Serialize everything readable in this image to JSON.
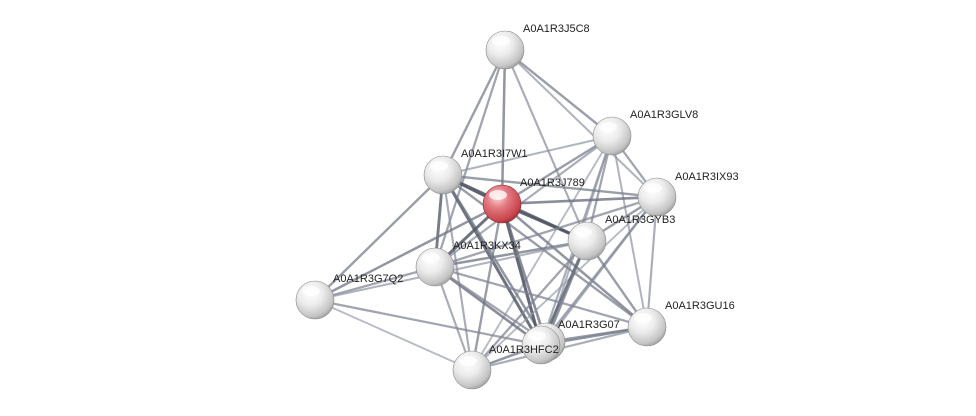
{
  "network": {
    "query_color": "#d9545a",
    "node_color": "#e6e6e6",
    "nodes": [
      {
        "id": "A0A1R3J5C8",
        "label": "A0A1R3J5C8",
        "query": false
      },
      {
        "id": "A0A1R3GLV8",
        "label": "A0A1R3GLV8",
        "query": false
      },
      {
        "id": "A0A1R3I7W1",
        "label": "A0A1R3I7W1",
        "query": false
      },
      {
        "id": "A0A1R3J789",
        "label": "A0A1R3J789",
        "query": true
      },
      {
        "id": "A0A1R3IX93",
        "label": "A0A1R3IX93",
        "query": false
      },
      {
        "id": "A0A1R3GYB3",
        "label": "A0A1R3GYB3",
        "query": false
      },
      {
        "id": "A0A1R3KX34",
        "label": "A0A1R3KX34",
        "query": false
      },
      {
        "id": "A0A1R3G7Q2",
        "label": "A0A1R3G7Q2",
        "query": false
      },
      {
        "id": "A0A1R3GU16",
        "label": "A0A1R3GU16",
        "query": false
      },
      {
        "id": "A0A1R3G07",
        "label": "A0A1R3G07",
        "query": false
      },
      {
        "id": "A0A1R3HFC2",
        "label": "A0A1R3HFC2",
        "query": false
      },
      {
        "id": "bottom-node",
        "label": "",
        "query": false
      }
    ],
    "edges": [
      {
        "source": "A0A1R3J5C8",
        "target": "A0A1R3I7W1",
        "strength": 0.5
      },
      {
        "source": "A0A1R3J5C8",
        "target": "A0A1R3J789",
        "strength": 0.55
      },
      {
        "source": "A0A1R3J5C8",
        "target": "A0A1R3GLV8",
        "strength": 0.5
      },
      {
        "source": "A0A1R3J5C8",
        "target": "A0A1R3KX34",
        "strength": 0.45
      },
      {
        "source": "A0A1R3J5C8",
        "target": "A0A1R3GYB3",
        "strength": 0.4
      },
      {
        "source": "A0A1R3J5C8",
        "target": "A0A1R3IX93",
        "strength": 0.35
      },
      {
        "source": "A0A1R3GLV8",
        "target": "A0A1R3I7W1",
        "strength": 0.35
      },
      {
        "source": "A0A1R3GLV8",
        "target": "A0A1R3J789",
        "strength": 0.5
      },
      {
        "source": "A0A1R3GLV8",
        "target": "A0A1R3IX93",
        "strength": 0.45
      },
      {
        "source": "A0A1R3GLV8",
        "target": "A0A1R3GYB3",
        "strength": 0.45
      },
      {
        "source": "A0A1R3GLV8",
        "target": "A0A1R3KX34",
        "strength": 0.4
      },
      {
        "source": "A0A1R3GLV8",
        "target": "A0A1R3HFC2",
        "strength": 0.4
      },
      {
        "source": "A0A1R3GLV8",
        "target": "A0A1R3GU16",
        "strength": 0.35
      },
      {
        "source": "A0A1R3GLV8",
        "target": "A0A1R3G07",
        "strength": 0.35
      },
      {
        "source": "A0A1R3GLV8",
        "target": "bottom-node",
        "strength": 0.3
      },
      {
        "source": "A0A1R3I7W1",
        "target": "A0A1R3J789",
        "strength": 0.85
      },
      {
        "source": "A0A1R3I7W1",
        "target": "A0A1R3KX34",
        "strength": 0.7
      },
      {
        "source": "A0A1R3I7W1",
        "target": "A0A1R3G7Q2",
        "strength": 0.5
      },
      {
        "source": "A0A1R3I7W1",
        "target": "A0A1R3GYB3",
        "strength": 0.7
      },
      {
        "source": "A0A1R3I7W1",
        "target": "A0A1R3HFC2",
        "strength": 0.75
      },
      {
        "source": "A0A1R3I7W1",
        "target": "A0A1R3IX93",
        "strength": 0.5
      },
      {
        "source": "A0A1R3I7W1",
        "target": "A0A1R3GU16",
        "strength": 0.5
      },
      {
        "source": "A0A1R3I7W1",
        "target": "A0A1R3G07",
        "strength": 0.55
      },
      {
        "source": "A0A1R3I7W1",
        "target": "bottom-node",
        "strength": 0.4
      },
      {
        "source": "A0A1R3J789",
        "target": "A0A1R3IX93",
        "strength": 0.6
      },
      {
        "source": "A0A1R3J789",
        "target": "A0A1R3GYB3",
        "strength": 0.8
      },
      {
        "source": "A0A1R3J789",
        "target": "A0A1R3KX34",
        "strength": 0.75
      },
      {
        "source": "A0A1R3J789",
        "target": "A0A1R3G7Q2",
        "strength": 0.55
      },
      {
        "source": "A0A1R3J789",
        "target": "A0A1R3HFC2",
        "strength": 0.8
      },
      {
        "source": "A0A1R3J789",
        "target": "A0A1R3GU16",
        "strength": 0.55
      },
      {
        "source": "A0A1R3J789",
        "target": "A0A1R3G07",
        "strength": 0.6
      },
      {
        "source": "A0A1R3J789",
        "target": "bottom-node",
        "strength": 0.5
      },
      {
        "source": "A0A1R3IX93",
        "target": "A0A1R3GYB3",
        "strength": 0.5
      },
      {
        "source": "A0A1R3IX93",
        "target": "A0A1R3KX34",
        "strength": 0.45
      },
      {
        "source": "A0A1R3IX93",
        "target": "A0A1R3HFC2",
        "strength": 0.45
      },
      {
        "source": "A0A1R3IX93",
        "target": "A0A1R3GU16",
        "strength": 0.4
      },
      {
        "source": "A0A1R3IX93",
        "target": "A0A1R3G07",
        "strength": 0.4
      },
      {
        "source": "A0A1R3IX93",
        "target": "bottom-node",
        "strength": 0.3
      },
      {
        "source": "A0A1R3GYB3",
        "target": "A0A1R3KX34",
        "strength": 0.55
      },
      {
        "source": "A0A1R3GYB3",
        "target": "A0A1R3HFC2",
        "strength": 0.7
      },
      {
        "source": "A0A1R3GYB3",
        "target": "A0A1R3GU16",
        "strength": 0.5
      },
      {
        "source": "A0A1R3GYB3",
        "target": "A0A1R3G07",
        "strength": 0.55
      },
      {
        "source": "A0A1R3GYB3",
        "target": "bottom-node",
        "strength": 0.45
      },
      {
        "source": "A0A1R3KX34",
        "target": "A0A1R3G7Q2",
        "strength": 0.45
      },
      {
        "source": "A0A1R3KX34",
        "target": "A0A1R3HFC2",
        "strength": 0.6
      },
      {
        "source": "A0A1R3KX34",
        "target": "A0A1R3GU16",
        "strength": 0.45
      },
      {
        "source": "A0A1R3KX34",
        "target": "A0A1R3G07",
        "strength": 0.45
      },
      {
        "source": "A0A1R3KX34",
        "target": "bottom-node",
        "strength": 0.4
      },
      {
        "source": "A0A1R3G7Q2",
        "target": "A0A1R3HFC2",
        "strength": 0.45
      },
      {
        "source": "A0A1R3G7Q2",
        "target": "bottom-node",
        "strength": 0.3
      },
      {
        "source": "A0A1R3G7Q2",
        "target": "A0A1R3GYB3",
        "strength": 0.35
      },
      {
        "source": "A0A1R3GU16",
        "target": "A0A1R3HFC2",
        "strength": 0.55
      },
      {
        "source": "A0A1R3GU16",
        "target": "A0A1R3G07",
        "strength": 0.5
      },
      {
        "source": "A0A1R3GU16",
        "target": "bottom-node",
        "strength": 0.4
      },
      {
        "source": "A0A1R3HFC2",
        "target": "bottom-node",
        "strength": 0.45
      },
      {
        "source": "A0A1R3G07",
        "target": "bottom-node",
        "strength": 0.4
      }
    ]
  }
}
